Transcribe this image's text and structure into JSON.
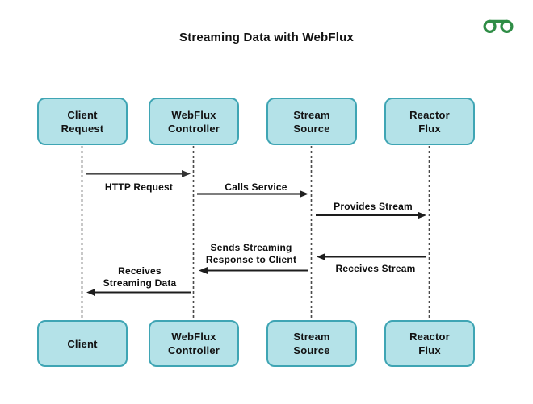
{
  "title": "Streaming Data with WebFlux",
  "logo": {
    "name": "geeksforgeeks-logo",
    "color": "#2f8d46"
  },
  "colors": {
    "actor_fill": "#b4e2e8",
    "actor_border": "#3fa5b4",
    "arrow": "#3a3a3a",
    "lifeline": "#4a4a4a",
    "text": "#111111",
    "background": "#ffffff"
  },
  "actors": {
    "top": [
      "Client\nRequest",
      "WebFlux\nController",
      "Stream\nSource",
      "Reactor\nFlux"
    ],
    "bottom": [
      "Client",
      "WebFlux\nController",
      "Stream\nSource",
      "Reactor\nFlux"
    ]
  },
  "messages": [
    {
      "label": "HTTP Request",
      "from": "Client Request",
      "to": "WebFlux Controller",
      "direction": "right"
    },
    {
      "label": "Calls Service",
      "from": "WebFlux Controller",
      "to": "Stream Source",
      "direction": "right"
    },
    {
      "label": "Provides Stream",
      "from": "Stream Source",
      "to": "Reactor Flux",
      "direction": "right"
    },
    {
      "label": "Receives Stream",
      "from": "Reactor Flux",
      "to": "Stream Source",
      "direction": "left"
    },
    {
      "label": "Sends Streaming\nResponse to Client",
      "from": "Stream Source",
      "to": "WebFlux Controller",
      "direction": "left"
    },
    {
      "label": "Receives\nStreaming Data",
      "from": "WebFlux Controller",
      "to": "Client",
      "direction": "left"
    }
  ]
}
